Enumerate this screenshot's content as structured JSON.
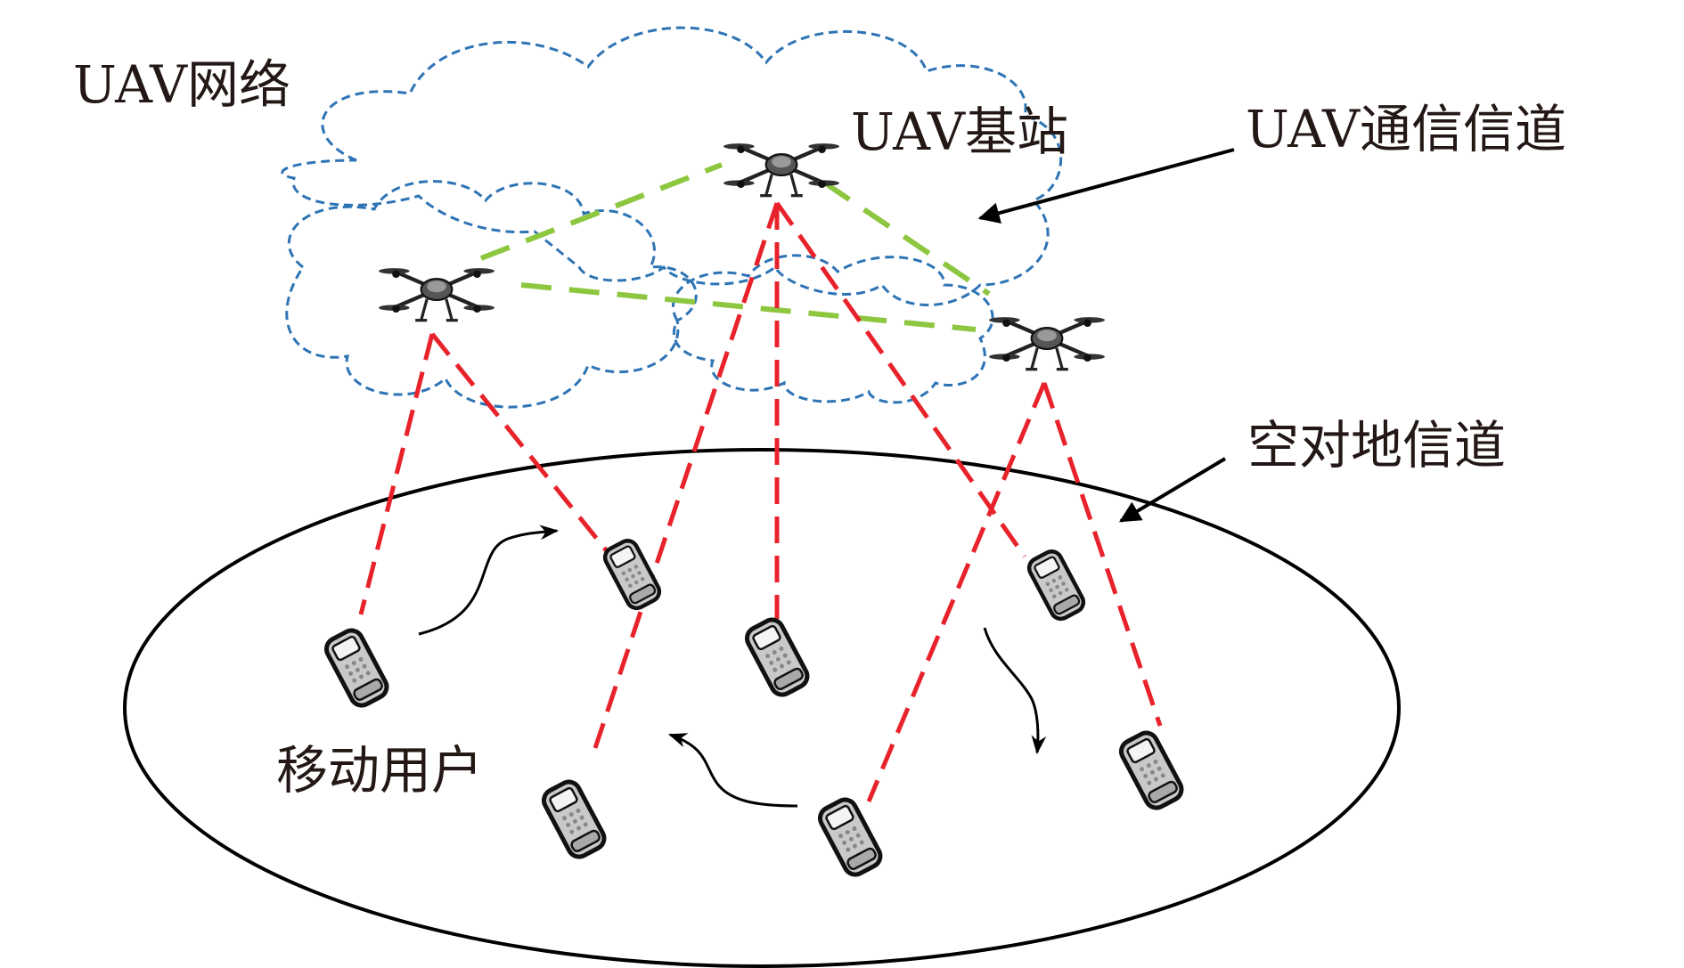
{
  "labels": {
    "uav_network": "UAV网络",
    "uav_base_station": "UAV基站",
    "uav_channel": "UAV通信信道",
    "a2g_channel": "空对地信道",
    "mobile_users": "移动用户"
  },
  "colors": {
    "cloud_outline": "#2e74b5",
    "uav_link": "#8dc63f",
    "air_to_ground_link": "#e8222a",
    "ground_area": "#000000"
  },
  "icons": {
    "uav": "quadcopter-drone-icon",
    "user": "mobile-phone-icon"
  }
}
